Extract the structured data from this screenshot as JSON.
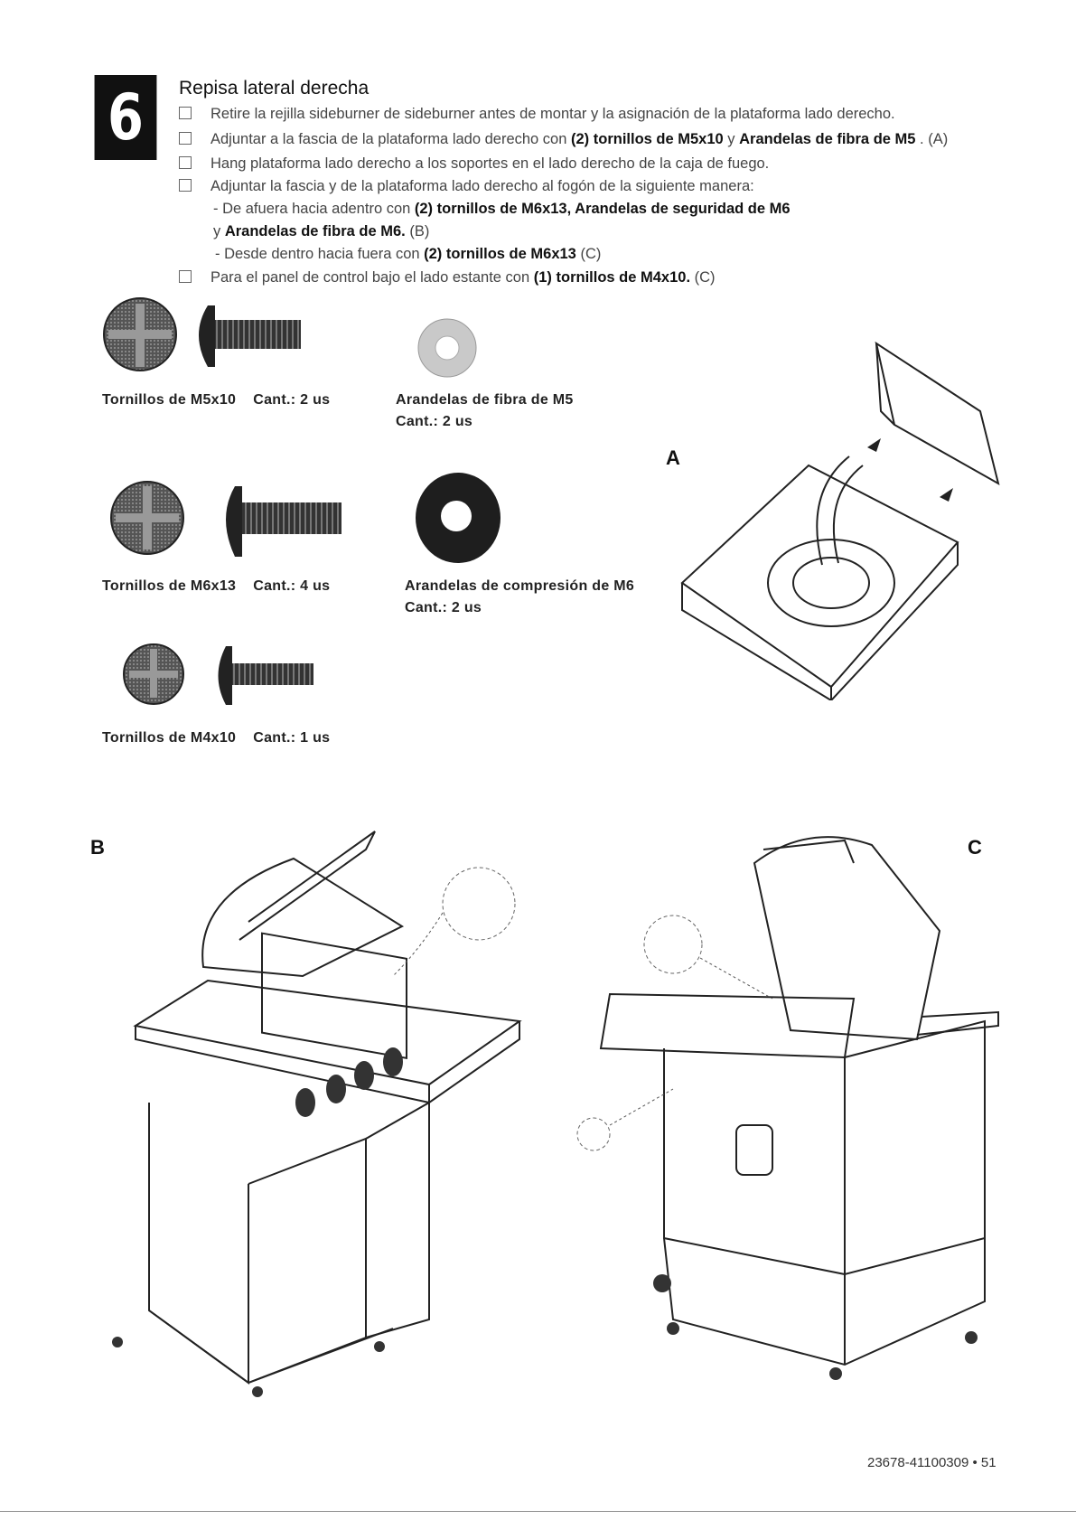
{
  "step": {
    "number": "6",
    "title": "Repisa lateral derecha"
  },
  "instructions": [
    {
      "pre": "Retire la rejilla sideburner de sideburner antes de montar y la asignación de la plataforma lado derecho.",
      "b1": "",
      "mid": "",
      "b2": "",
      "post": ""
    },
    {
      "pre": "Adjuntar a la fascia de la plataforma lado derecho con ",
      "b1": "(2) tornillos de M5x10",
      "mid": " y ",
      "b2": "Arandelas de fibra de M5",
      "post": " . (A)"
    },
    {
      "pre": "Hang plataforma lado derecho a los soportes en el lado derecho de la caja de fuego.",
      "b1": "",
      "mid": "",
      "b2": "",
      "post": ""
    },
    {
      "pre": "Adjuntar la fascia y de la plataforma lado derecho al fogón de la siguiente manera:",
      "b1": "",
      "mid": "",
      "b2": "",
      "post": ""
    }
  ],
  "sub1": {
    "pre": "- De afuera hacia adentro con ",
    "b1": "(2) tornillos de M6x13, Arandelas de seguridad de M6",
    "line2_pre": "y ",
    "b2": "Arandelas de fibra de M6.",
    "post": " (B)"
  },
  "sub2": {
    "pre": "- Desde dentro hacia fuera con ",
    "b1": "(2) tornillos de M6x13",
    "post": " (C)"
  },
  "instruction5": {
    "pre": "Para el panel de control bajo el lado estante con ",
    "b1": "(1) tornillos de M4x10.",
    "post": " (C)"
  },
  "parts": [
    {
      "name": "Tornillos de M5x10",
      "qty": "Cant.: 2 us"
    },
    {
      "name": "Arandelas de fibra de M5",
      "qty": "Cant.: 2 us"
    },
    {
      "name": "Tornillos de M6x13",
      "qty": "Cant.: 4 us"
    },
    {
      "name": "Arandelas de compresión de M6",
      "qty": "Cant.: 2 us"
    },
    {
      "name": "Tornillos de M4x10",
      "qty": "Cant.: 1 us"
    }
  ],
  "figures": {
    "a": "A",
    "b": "B",
    "c": "C"
  },
  "footer": "23678-41100309 • 51"
}
